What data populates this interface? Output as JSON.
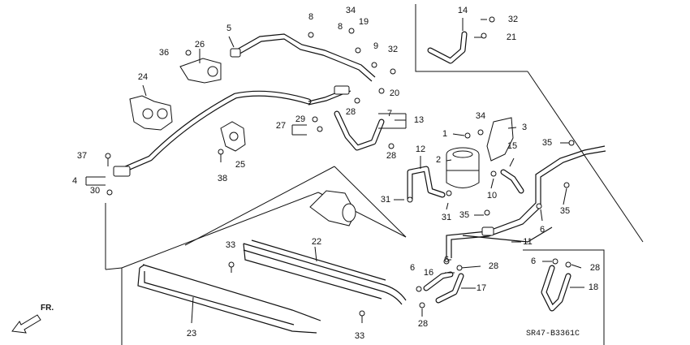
{
  "diagram_code": "SR47-B3361C",
  "direction_label": "FR.",
  "parts": [
    {
      "id": "p1",
      "label": "1"
    },
    {
      "id": "p2",
      "label": "2"
    },
    {
      "id": "p3",
      "label": "3"
    },
    {
      "id": "p4",
      "label": "4"
    },
    {
      "id": "p5",
      "label": "5"
    },
    {
      "id": "p6a",
      "label": "6"
    },
    {
      "id": "p6b",
      "label": "6"
    },
    {
      "id": "p6c",
      "label": "6"
    },
    {
      "id": "p6d",
      "label": "6"
    },
    {
      "id": "p7",
      "label": "7"
    },
    {
      "id": "p8a",
      "label": "8"
    },
    {
      "id": "p8b",
      "label": "8"
    },
    {
      "id": "p9",
      "label": "9"
    },
    {
      "id": "p10",
      "label": "10"
    },
    {
      "id": "p11",
      "label": "11"
    },
    {
      "id": "p12",
      "label": "12"
    },
    {
      "id": "p13",
      "label": "13"
    },
    {
      "id": "p14",
      "label": "14"
    },
    {
      "id": "p15",
      "label": "15"
    },
    {
      "id": "p16",
      "label": "16"
    },
    {
      "id": "p17",
      "label": "17"
    },
    {
      "id": "p18",
      "label": "18"
    },
    {
      "id": "p19",
      "label": "19"
    },
    {
      "id": "p20",
      "label": "20"
    },
    {
      "id": "p21",
      "label": "21"
    },
    {
      "id": "p22",
      "label": "22"
    },
    {
      "id": "p23",
      "label": "23"
    },
    {
      "id": "p24",
      "label": "24"
    },
    {
      "id": "p25",
      "label": "25"
    },
    {
      "id": "p26",
      "label": "26"
    },
    {
      "id": "p27",
      "label": "27"
    },
    {
      "id": "p28a",
      "label": "28"
    },
    {
      "id": "p28b",
      "label": "28"
    },
    {
      "id": "p28c",
      "label": "28"
    },
    {
      "id": "p28d",
      "label": "28"
    },
    {
      "id": "p28e",
      "label": "28"
    },
    {
      "id": "p29",
      "label": "29"
    },
    {
      "id": "p30",
      "label": "30"
    },
    {
      "id": "p31a",
      "label": "31"
    },
    {
      "id": "p31b",
      "label": "31"
    },
    {
      "id": "p32a",
      "label": "32"
    },
    {
      "id": "p32b",
      "label": "32"
    },
    {
      "id": "p33a",
      "label": "33"
    },
    {
      "id": "p33b",
      "label": "33"
    },
    {
      "id": "p34a",
      "label": "34"
    },
    {
      "id": "p34b",
      "label": "34"
    },
    {
      "id": "p35a",
      "label": "35"
    },
    {
      "id": "p35b",
      "label": "35"
    },
    {
      "id": "p35c",
      "label": "35"
    },
    {
      "id": "p36",
      "label": "36"
    },
    {
      "id": "p37",
      "label": "37"
    },
    {
      "id": "p38",
      "label": "38"
    }
  ]
}
